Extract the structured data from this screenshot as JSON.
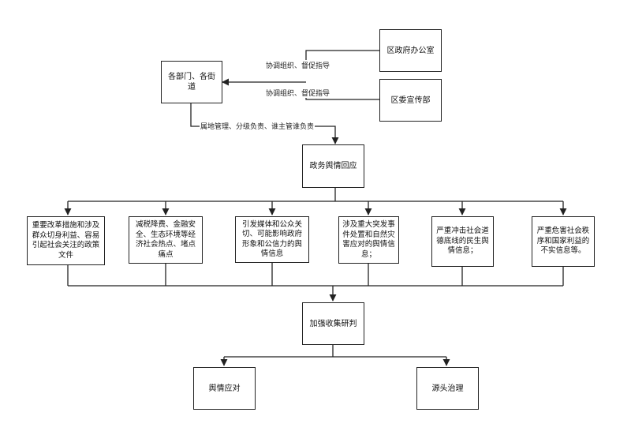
{
  "nodes": {
    "district_office": "区政府办公室",
    "publicity_dept": "区委宣传部",
    "departments": "各部门、各街道",
    "gov_opinion": "政务舆情回应",
    "cat1": "重要改革措施和涉及群众切身利益、容易引起社会关注的政策文件",
    "cat2": "减税降费、金融安全、生态环境等经济社会热点、堵点痛点",
    "cat3": "引发媒体和公众关切、可能影响政府形象和公信力的舆情信息",
    "cat4": "涉及重大突发事件处置和自然灾害应对的舆情信息；",
    "cat5": "严重冲击社会道德底线的民生舆情信息；",
    "cat6": "严重危害社会秩序和国家利益的不实信息等。",
    "collect": "加强收集研判",
    "respond": "舆情应对",
    "source": "源头治理"
  },
  "labels": {
    "coord1": "协调组织、督促指导",
    "coord2": "协调组织、督促指导",
    "principle": "属地管理、分级负责、谁主管谁负责"
  }
}
